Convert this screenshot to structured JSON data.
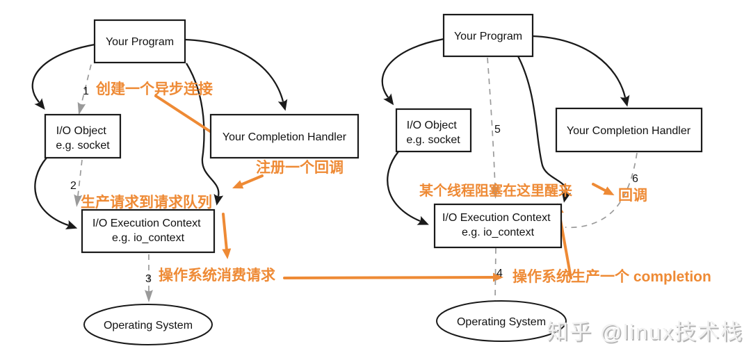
{
  "colors": {
    "accent": "#ee8a35",
    "ink": "#1a1a1a",
    "gray": "#9a9a9a",
    "watermark": "#bdbdbd"
  },
  "watermark": "知乎 @linux技术栈",
  "left": {
    "program": "Your Program",
    "io_object_line1": "I/O Object",
    "io_object_line2": "e.g. socket",
    "handler": "Your Completion Handler",
    "context_line1": "I/O Execution Context",
    "context_line2": "e.g. io_context",
    "os": "Operating System",
    "step1": "1",
    "step2": "2",
    "step3": "3",
    "note_create": "创建一个异步连接",
    "note_register": "注册一个回调",
    "note_produce": "生产请求到请求队列",
    "note_consume": "操作系统消费请求"
  },
  "right": {
    "program": "Your Program",
    "io_object_line1": "I/O Object",
    "io_object_line2": "e.g. socket",
    "handler": "Your Completion Handler",
    "context_line1": "I/O Execution Context",
    "context_line2": "e.g. io_context",
    "os": "Operating System",
    "step4": "4",
    "step5": "5",
    "step6": "6",
    "note_wakeup": "某个线程阻塞在这里醒来",
    "note_callback": "回调",
    "note_completion": "操作系统生产一个 completion"
  }
}
